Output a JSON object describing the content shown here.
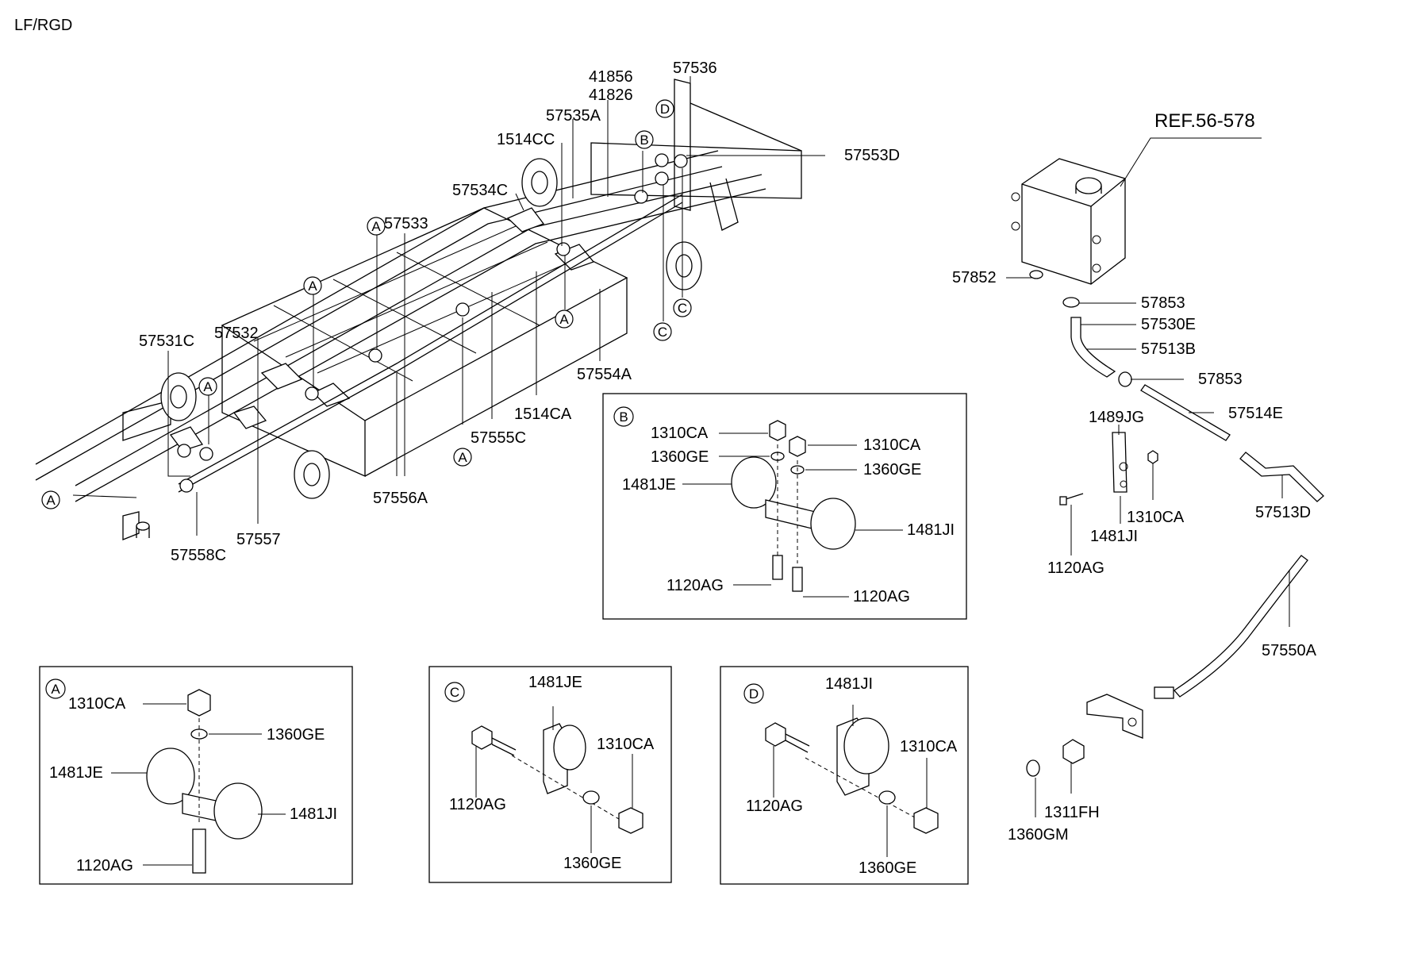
{
  "header": {
    "model": "LF/RGD"
  },
  "main_labels": {
    "l41856": "41856",
    "l41826": "41826",
    "l57536": "57536",
    "l57535A": "57535A",
    "l1514CC": "1514CC",
    "l57553D": "57553D",
    "l57534C": "57534C",
    "l57533": "57533",
    "l57531C": "57531C",
    "l57532": "57532",
    "l57554A": "57554A",
    "l1514CA": "1514CA",
    "l57555C": "57555C",
    "l57556A": "57556A",
    "l57557": "57557",
    "l57558C": "57558C"
  },
  "callouts": {
    "a": "A",
    "b": "B",
    "c": "C",
    "d": "D"
  },
  "tank": {
    "ref": "REF.56-578",
    "l57852": "57852",
    "l57853a": "57853",
    "l57530E": "57530E",
    "l57513B": "57513B",
    "l57853b": "57853",
    "l57514E": "57514E",
    "l1489JG": "1489JG",
    "l1310CA": "1310CA",
    "l1481JI": "1481JI",
    "l1120AG": "1120AG",
    "l57513D": "57513D",
    "l57550A": "57550A",
    "l1311FH": "1311FH",
    "l1360GM": "1360GM"
  },
  "detail_b": {
    "title": "B",
    "nut1": "1310CA",
    "washer1": "1360GE",
    "nut2": "1310CA",
    "washer2": "1360GE",
    "clamp1": "1481JE",
    "clamp2": "1481JI",
    "bolt1": "1120AG",
    "bolt2": "1120AG"
  },
  "detail_a": {
    "title": "A",
    "nut": "1310CA",
    "washer": "1360GE",
    "clamp1": "1481JE",
    "clamp2": "1481JI",
    "bolt": "1120AG"
  },
  "detail_c": {
    "title": "C",
    "clamp": "1481JE",
    "nut": "1310CA",
    "bolt": "1120AG",
    "washer": "1360GE"
  },
  "detail_d": {
    "title": "D",
    "clamp": "1481JI",
    "nut": "1310CA",
    "bolt": "1120AG",
    "washer": "1360GE"
  }
}
